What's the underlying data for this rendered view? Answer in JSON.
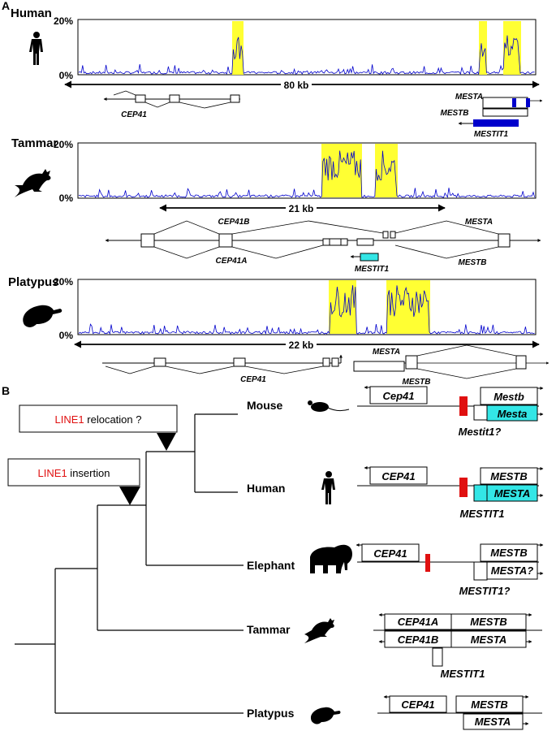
{
  "panel_a": {
    "label": "A",
    "tracks": [
      {
        "species": "Human",
        "icon": "human-silhouette-icon",
        "y_top": "20%",
        "y_bottom": "0%",
        "scale": "80 kb",
        "genes": [
          "CEP41",
          "MESTA",
          "MESTB",
          "MESTIT1"
        ]
      },
      {
        "species": "Tammar",
        "icon": "wallaby-silhouette-icon",
        "y_top": "20%",
        "y_bottom": "0%",
        "scale": "21 kb",
        "genes": [
          "CEP41B",
          "CEP41A",
          "MESTIT1",
          "MESTA",
          "MESTB"
        ]
      },
      {
        "species": "Platypus",
        "icon": "platypus-silhouette-icon",
        "y_top": "20%",
        "y_bottom": "0%",
        "scale": "22 kb",
        "genes": [
          "CEP41",
          "MESTA",
          "MESTB"
        ]
      }
    ]
  },
  "panel_b": {
    "label": "B",
    "events": [
      {
        "prefix": "LINE1",
        "suffix": " relocation ?"
      },
      {
        "prefix": "LINE1",
        "suffix": " insertion"
      }
    ],
    "taxa": [
      {
        "name": "Mouse",
        "icon": "mouse-silhouette-icon",
        "genes": [
          "Cep41",
          "Mestb",
          "Mesta"
        ],
        "note": "Mestit1?"
      },
      {
        "name": "Human",
        "icon": "human-silhouette-icon",
        "genes": [
          "CEP41",
          "MESTB",
          "MESTA"
        ],
        "note": "MESTIT1"
      },
      {
        "name": "Elephant",
        "icon": "elephant-silhouette-icon",
        "genes": [
          "CEP41",
          "MESTB",
          "MESTA?"
        ],
        "note": "MESTIT1?"
      },
      {
        "name": "Tammar",
        "icon": "wallaby-silhouette-icon",
        "genes": [
          "CEP41A",
          "MESTB",
          "CEP41B",
          "MESTA"
        ],
        "note": "MESTIT1"
      },
      {
        "name": "Platypus",
        "icon": "platypus-silhouette-icon",
        "genes": [
          "CEP41",
          "MESTB",
          "MESTA"
        ],
        "note": ""
      }
    ]
  },
  "colors": {
    "trace": "#0000cc",
    "highlight": "#ffff33",
    "line1": "#e01010",
    "mesta": "#33e6e6",
    "label_red": "#e01010"
  }
}
